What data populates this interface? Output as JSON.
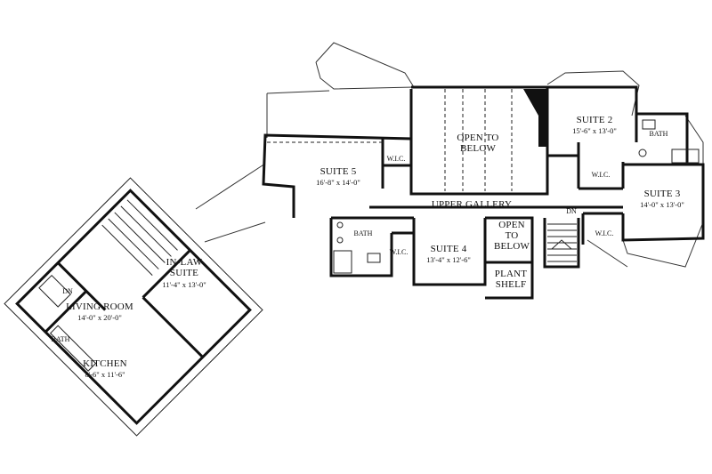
{
  "rooms": {
    "suite2": {
      "name": "SUITE 2",
      "dim": "15'-6\" x 13'-0\""
    },
    "suite3": {
      "name": "SUITE 3",
      "dim": "14'-0\" x 13'-0\""
    },
    "suite4": {
      "name": "SUITE 4",
      "dim": "13'-4\" x 12'-6\""
    },
    "suite5": {
      "name": "SUITE 5",
      "dim": "16'-8\" x 14'-0\""
    },
    "inlaw": {
      "name_line1": "IN-LAW",
      "name_line2": "SUITE",
      "dim": "11'-4\" x 13'-0\""
    },
    "living": {
      "name": "LIVING ROOM",
      "dim": "14'-0\" x 20'-0\""
    },
    "kitchen": {
      "name": "KITCHEN",
      "dim": "8'-6\" x 11'-6\""
    },
    "open_main": {
      "line1": "OPEN TO",
      "line2": "BELOW"
    },
    "open_small": {
      "line1": "OPEN",
      "line2": "TO",
      "line3": "BELOW"
    },
    "plant_shelf": {
      "line1": "PLANT",
      "line2": "SHELF"
    },
    "gallery": {
      "name": "UPPER GALLERY"
    }
  },
  "small_labels": {
    "wic": "W.I.C.",
    "bath": "BATH",
    "dn": "DN"
  }
}
